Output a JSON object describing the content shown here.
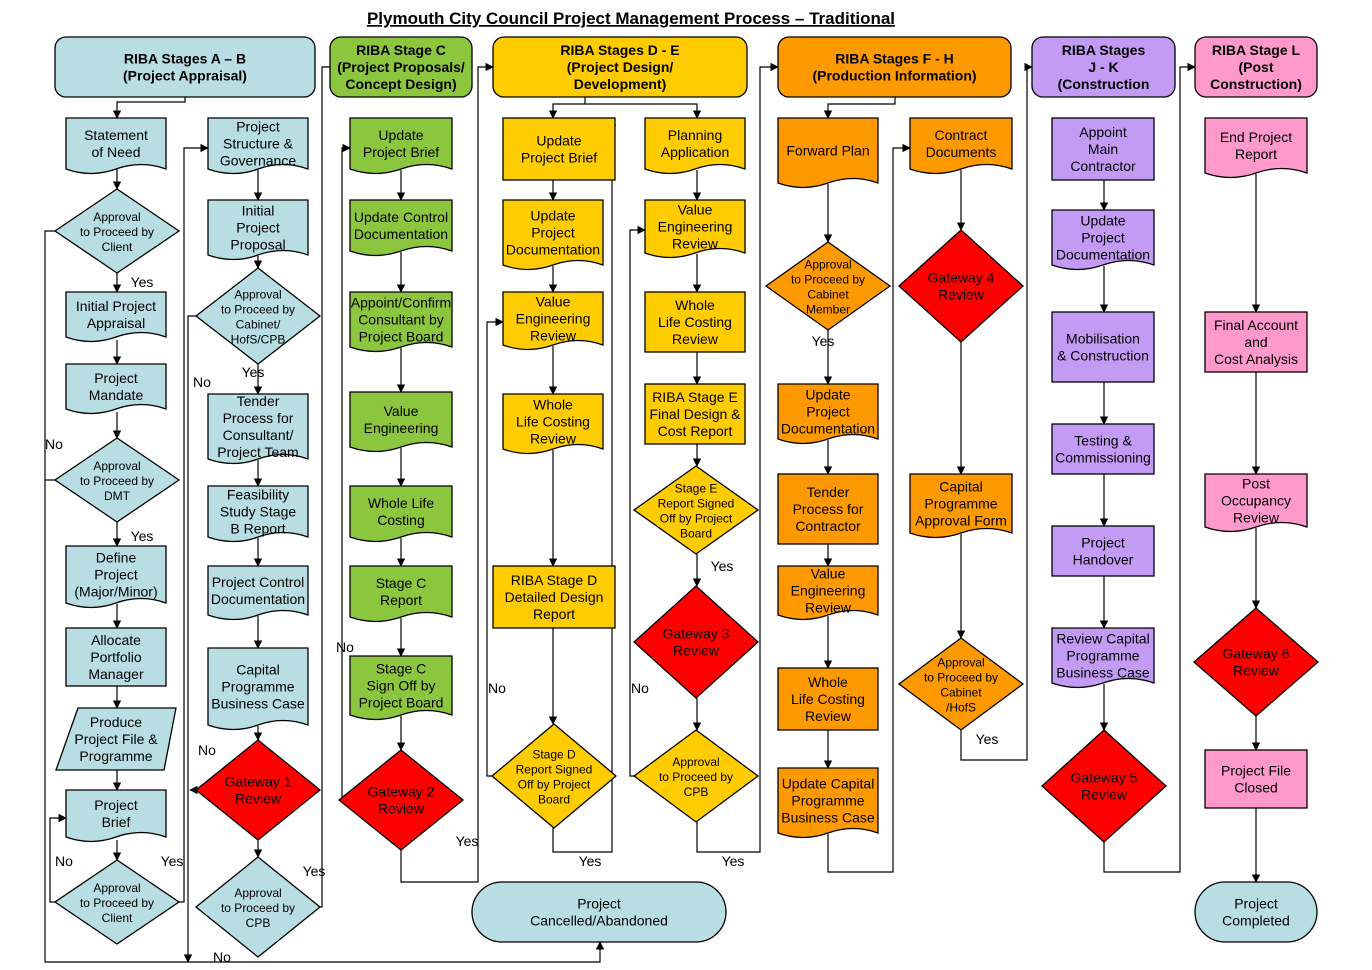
{
  "title": "Plymouth City Council Project Management Process – Traditional",
  "colors": {
    "blue": "#b8dde3",
    "green": "#8cc63f",
    "yellow": "#ffcc00",
    "orange": "#ff9900",
    "purple": "#c39bf5",
    "pink": "#ff99cc",
    "red": "#ff0000",
    "line": "#000000"
  },
  "headers": {
    "ab": [
      "RIBA Stages A – B",
      "(Project Appraisal)"
    ],
    "c": [
      "RIBA Stage C",
      "(Project Proposals/",
      "Concept Design)"
    ],
    "de": [
      "RIBA Stages D - E",
      "(Project Design/",
      "Development)"
    ],
    "fh": [
      "RIBA Stages F - H",
      "(Production Information)"
    ],
    "jk": [
      "RIBA Stages",
      "J - K",
      "(Construction"
    ],
    "l": [
      "RIBA Stage L",
      "(Post",
      "Construction)"
    ]
  },
  "nodes": {
    "statement": [
      "Statement",
      "of Need"
    ],
    "appr_client1": [
      "Approval",
      "to Proceed by",
      "Client"
    ],
    "initial_appraisal": [
      "Initial Project",
      "Appraisal"
    ],
    "mandate": [
      "Project",
      "Mandate"
    ],
    "appr_dmt": [
      "Approval",
      "to Proceed by",
      "DMT"
    ],
    "define": [
      "Define",
      "Project",
      "(Major/Minor)"
    ],
    "allocate": [
      "Allocate",
      "Portfolio",
      "Manager"
    ],
    "produce": [
      "Produce",
      "Project File &",
      "Programme"
    ],
    "brief_ab": [
      "Project",
      "Brief"
    ],
    "appr_client2": [
      "Approval",
      "to Proceed by",
      "Client"
    ],
    "structure": [
      "Project",
      "Structure &",
      "Governance"
    ],
    "initial_proposal": [
      "Initial",
      "Project",
      "Proposal"
    ],
    "appr_cabinet_b": [
      "Approval",
      "to Proceed by",
      "Cabinet/",
      "HofS/CPB"
    ],
    "tender_consultant": [
      "Tender",
      "Process for",
      "Consultant/",
      "Project Team"
    ],
    "feasibility": [
      "Feasibility",
      "Study Stage",
      "B Report"
    ],
    "control_doc_b": [
      "Project Control",
      "Documentation"
    ],
    "capital_case": [
      "Capital",
      "Programme",
      "Business Case"
    ],
    "gateway1": [
      "Gateway 1",
      "Review"
    ],
    "appr_cpb_b": [
      "Approval",
      "to Proceed by",
      "CPB"
    ],
    "update_brief_c": [
      "Update",
      "Project Brief"
    ],
    "update_control_c": [
      "Update Control",
      "Documentation"
    ],
    "appoint_consultant": [
      "Appoint/Confirm",
      "Consultant by",
      "Project Board"
    ],
    "value_eng_c": [
      "Value",
      "Engineering"
    ],
    "whole_life_c": [
      "Whole Life",
      "Costing"
    ],
    "stage_c_report": [
      "Stage C",
      "Report"
    ],
    "stage_c_signoff": [
      "Stage C",
      "Sign Off by",
      "Project Board"
    ],
    "gateway2": [
      "Gateway 2",
      "Review"
    ],
    "update_brief_d": [
      "Update",
      "Project Brief"
    ],
    "update_doc_d": [
      "Update",
      "Project",
      "Documentation"
    ],
    "value_review_d": [
      "Value",
      "Engineering",
      "Review"
    ],
    "whole_life_d": [
      "Whole",
      "Life Costing",
      "Review"
    ],
    "stage_d_report": [
      "RIBA Stage D",
      "Detailed Design",
      "Report"
    ],
    "stage_d_signoff": [
      "Stage D",
      "Report Signed",
      "Off by Project",
      "Board"
    ],
    "planning": [
      "Planning",
      "Application"
    ],
    "value_review_e": [
      "Value",
      "Engineering",
      "Review"
    ],
    "whole_life_e": [
      "Whole",
      "Life Costing",
      "Review"
    ],
    "stage_e_report": [
      "RIBA Stage E",
      "Final Design &",
      "Cost Report"
    ],
    "stage_e_signoff": [
      "Stage E",
      "Report Signed",
      "Off by Project",
      "Board"
    ],
    "gateway3": [
      "Gateway 3",
      "Review"
    ],
    "appr_cpb_e": [
      "Approval",
      "to Proceed by",
      "CPB"
    ],
    "forward_plan": [
      "Forward Plan"
    ],
    "appr_cabinet_member": [
      "Approval",
      "to Proceed by",
      "Cabinet",
      "Member"
    ],
    "update_doc_f": [
      "Update",
      "Project",
      "Documentation"
    ],
    "tender_contractor": [
      "Tender",
      "Process for",
      "Contractor"
    ],
    "value_review_f": [
      "Value",
      "Engineering",
      "Review"
    ],
    "whole_life_f": [
      "Whole",
      "Life Costing",
      "Review"
    ],
    "update_capital": [
      "Update Capital",
      "Programme",
      "Business Case"
    ],
    "contract_docs": [
      "Contract",
      "Documents"
    ],
    "gateway4": [
      "Gateway 4",
      "Review"
    ],
    "capital_form": [
      "Capital",
      "Programme",
      "Approval Form"
    ],
    "appr_cabinet_hofs": [
      "Approval",
      "to Proceed by",
      "Cabinet",
      "/HofS"
    ],
    "appoint_contractor": [
      "Appoint",
      "Main",
      "Contractor"
    ],
    "update_doc_jk": [
      "Update",
      "Project",
      "Documentation"
    ],
    "mobilisation": [
      "Mobilisation",
      "& Construction"
    ],
    "testing": [
      "Testing &",
      "Commissioning"
    ],
    "handover": [
      "Project",
      "Handover"
    ],
    "review_capital": [
      "Review Capital",
      "Programme",
      "Business Case"
    ],
    "gateway5": [
      "Gateway 5",
      "Review"
    ],
    "end_report": [
      "End Project",
      "Report"
    ],
    "final_account": [
      "Final Account",
      "and",
      "Cost Analysis"
    ],
    "post_occupancy": [
      "Post",
      "Occupancy",
      "Review"
    ],
    "gateway6": [
      "Gateway 6",
      "Review"
    ],
    "file_closed": [
      "Project File",
      "Closed"
    ],
    "completed": [
      "Project",
      "Completed"
    ],
    "cancelled": [
      "Project",
      "Cancelled/Abandoned"
    ]
  },
  "edge_labels": {
    "yes": "Yes",
    "no": "No"
  }
}
